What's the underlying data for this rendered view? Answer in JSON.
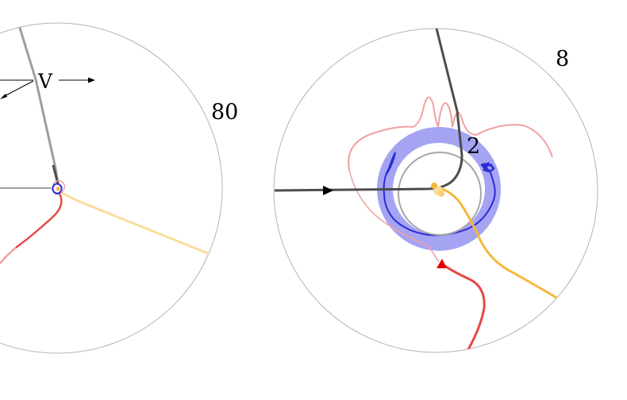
{
  "diagram": {
    "velocity_label": "V",
    "left_panel": {
      "scale_label": "80"
    },
    "right_panel": {
      "scale_label": "8",
      "inner_label": "2"
    }
  },
  "colors": {
    "boundary": "#b3b3b3",
    "inner_circle": "#a6a6a6",
    "dark_track": "#4d4d4d",
    "gray_track": "#9e9e9e",
    "red": "#e84848",
    "red_light": "#f1a0a0",
    "orange": "#f6b83a",
    "orange_light": "#f9dd9c",
    "blue": "#2b2bd6",
    "blue_band": "#9a9af2"
  }
}
